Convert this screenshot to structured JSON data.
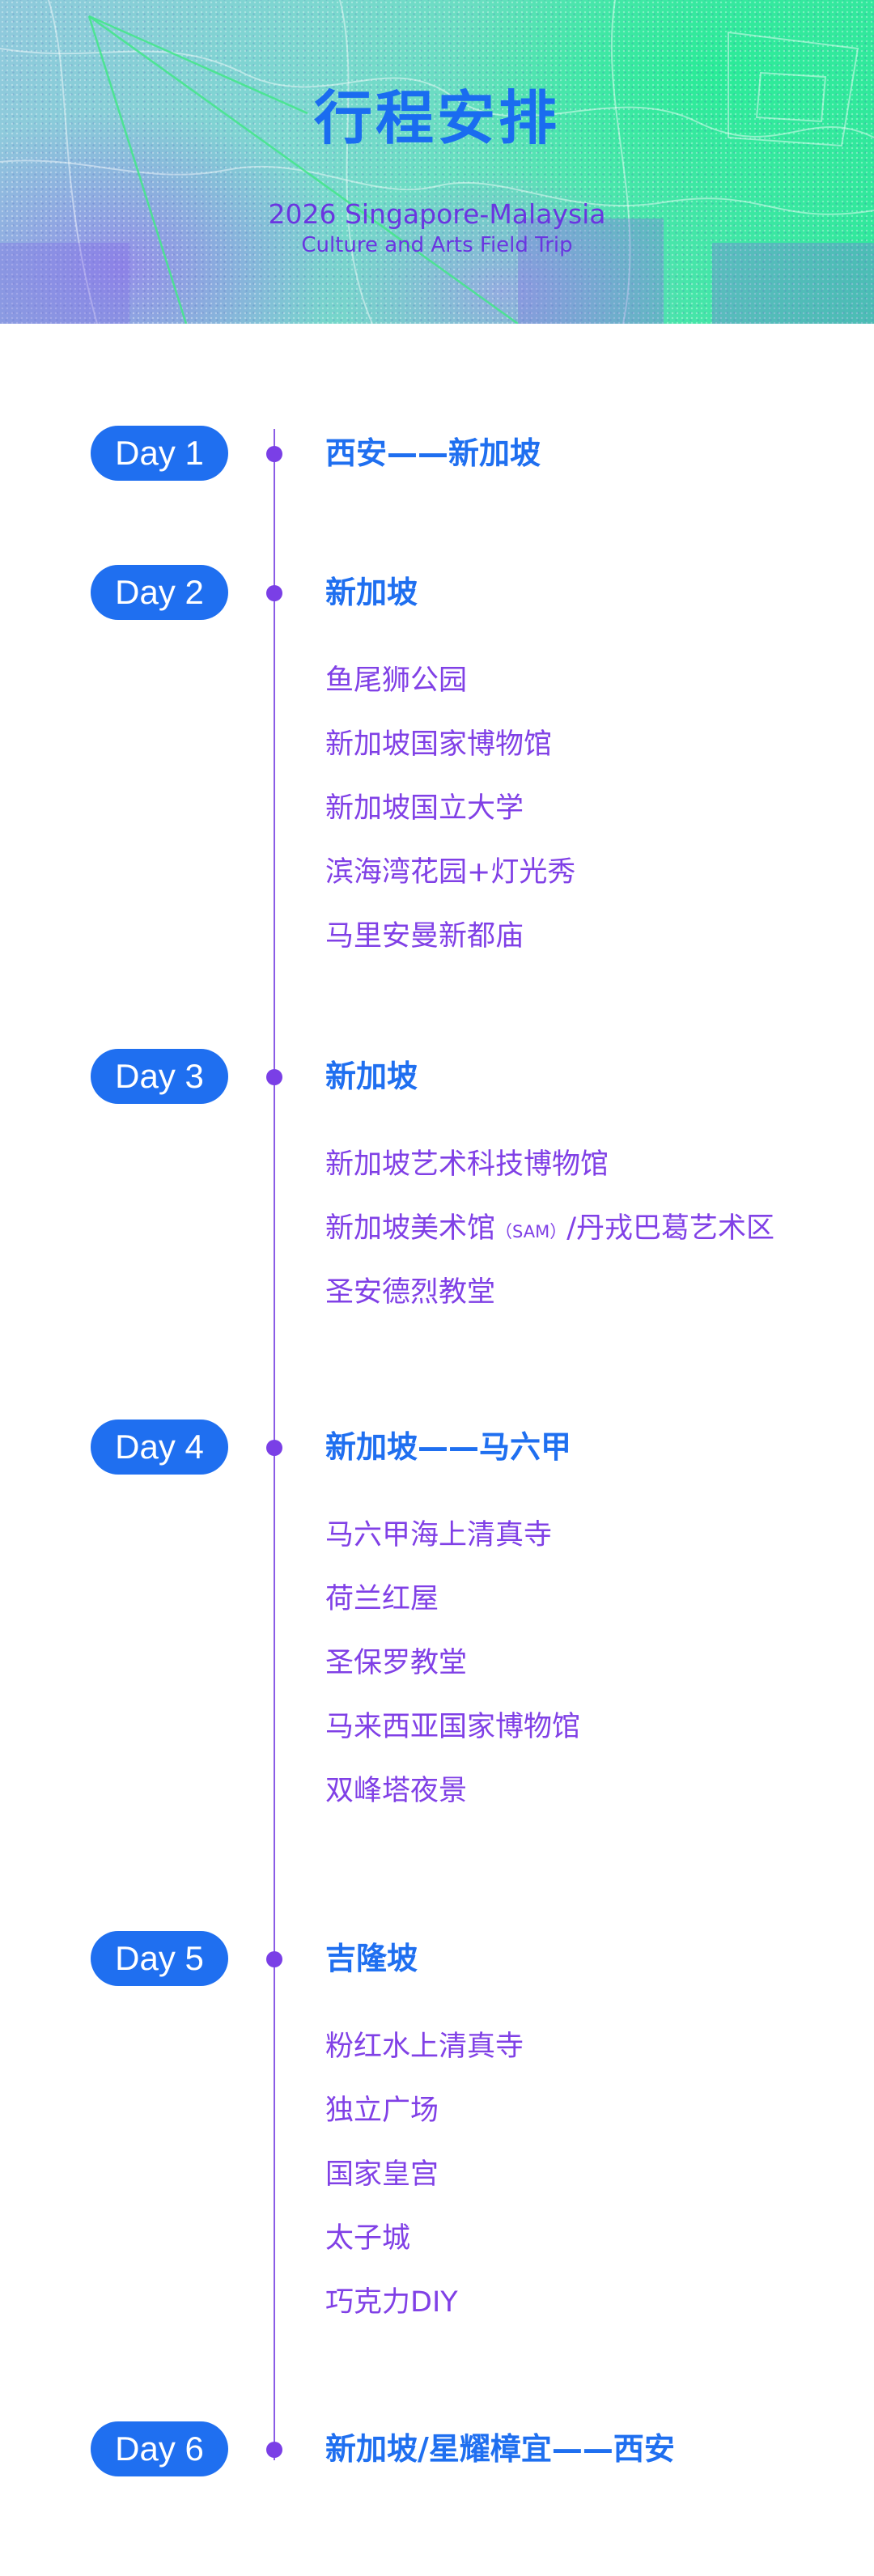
{
  "header": {
    "title": "行程安排",
    "subtitle_line1": "2026 Singapore-Malaysia",
    "subtitle_line2": "Culture and Arts Field Trip"
  },
  "days": [
    {
      "label": "Day 1",
      "title": "西安——新加坡",
      "items": []
    },
    {
      "label": "Day 2",
      "title": "新加坡",
      "items": [
        "鱼尾狮公园",
        "新加坡国家博物馆",
        "新加坡国立大学",
        "滨海湾花园+灯光秀",
        "马里安曼新都庙"
      ]
    },
    {
      "label": "Day 3",
      "title": "新加坡",
      "items": [
        "新加坡艺术科技博物馆",
        "新加坡美术馆",
        "圣安德烈教堂"
      ],
      "item2_note": "（SAM）",
      "item2_suffix": "/丹戎巴葛艺术区"
    },
    {
      "label": "Day 4",
      "title": "新加坡——马六甲",
      "items": [
        "马六甲海上清真寺",
        "荷兰红屋",
        "圣保罗教堂",
        "马来西亚国家博物馆",
        "双峰塔夜景"
      ]
    },
    {
      "label": "Day 5",
      "title": "吉隆坡",
      "items": [
        "粉红水上清真寺",
        "独立广场",
        "国家皇宫",
        "太子城",
        "巧克力DIY"
      ]
    },
    {
      "label": "Day 6",
      "title": "新加坡/星耀樟宜——西安",
      "items": []
    }
  ],
  "colors": {
    "accent_blue": "#1f6ff0",
    "accent_purple": "#8040e6",
    "banner_green": "#2ee89a"
  }
}
